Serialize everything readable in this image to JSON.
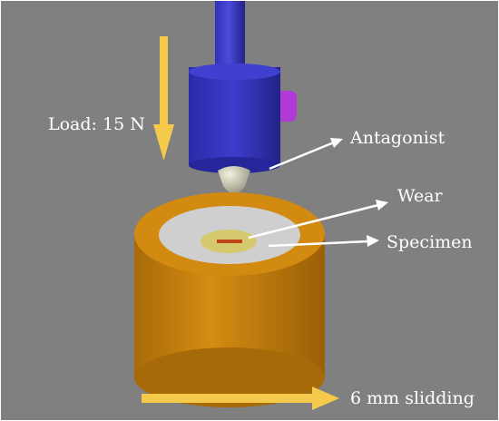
{
  "labels": {
    "load": "Load: 15 N",
    "antagonist": "Antagonist",
    "wear": "Wear",
    "specimen": "Specimen",
    "sliding": "6 mm slidding"
  },
  "colors": {
    "background": "#808080",
    "holder": "#2e2ec2",
    "knob": "#b23ad6",
    "tip": "#c8c8b0",
    "cylinder": "#c9810d",
    "specimen_face": "#cfcfcf",
    "wear_zone": "#d4c96c",
    "wear_scar": "#c0461a",
    "load_arrow": "#f5c94c",
    "pointer": "#ffffff"
  },
  "icons": {
    "load_arrow": "down-arrow-icon",
    "sliding_arrow": "right-arrow-icon"
  }
}
